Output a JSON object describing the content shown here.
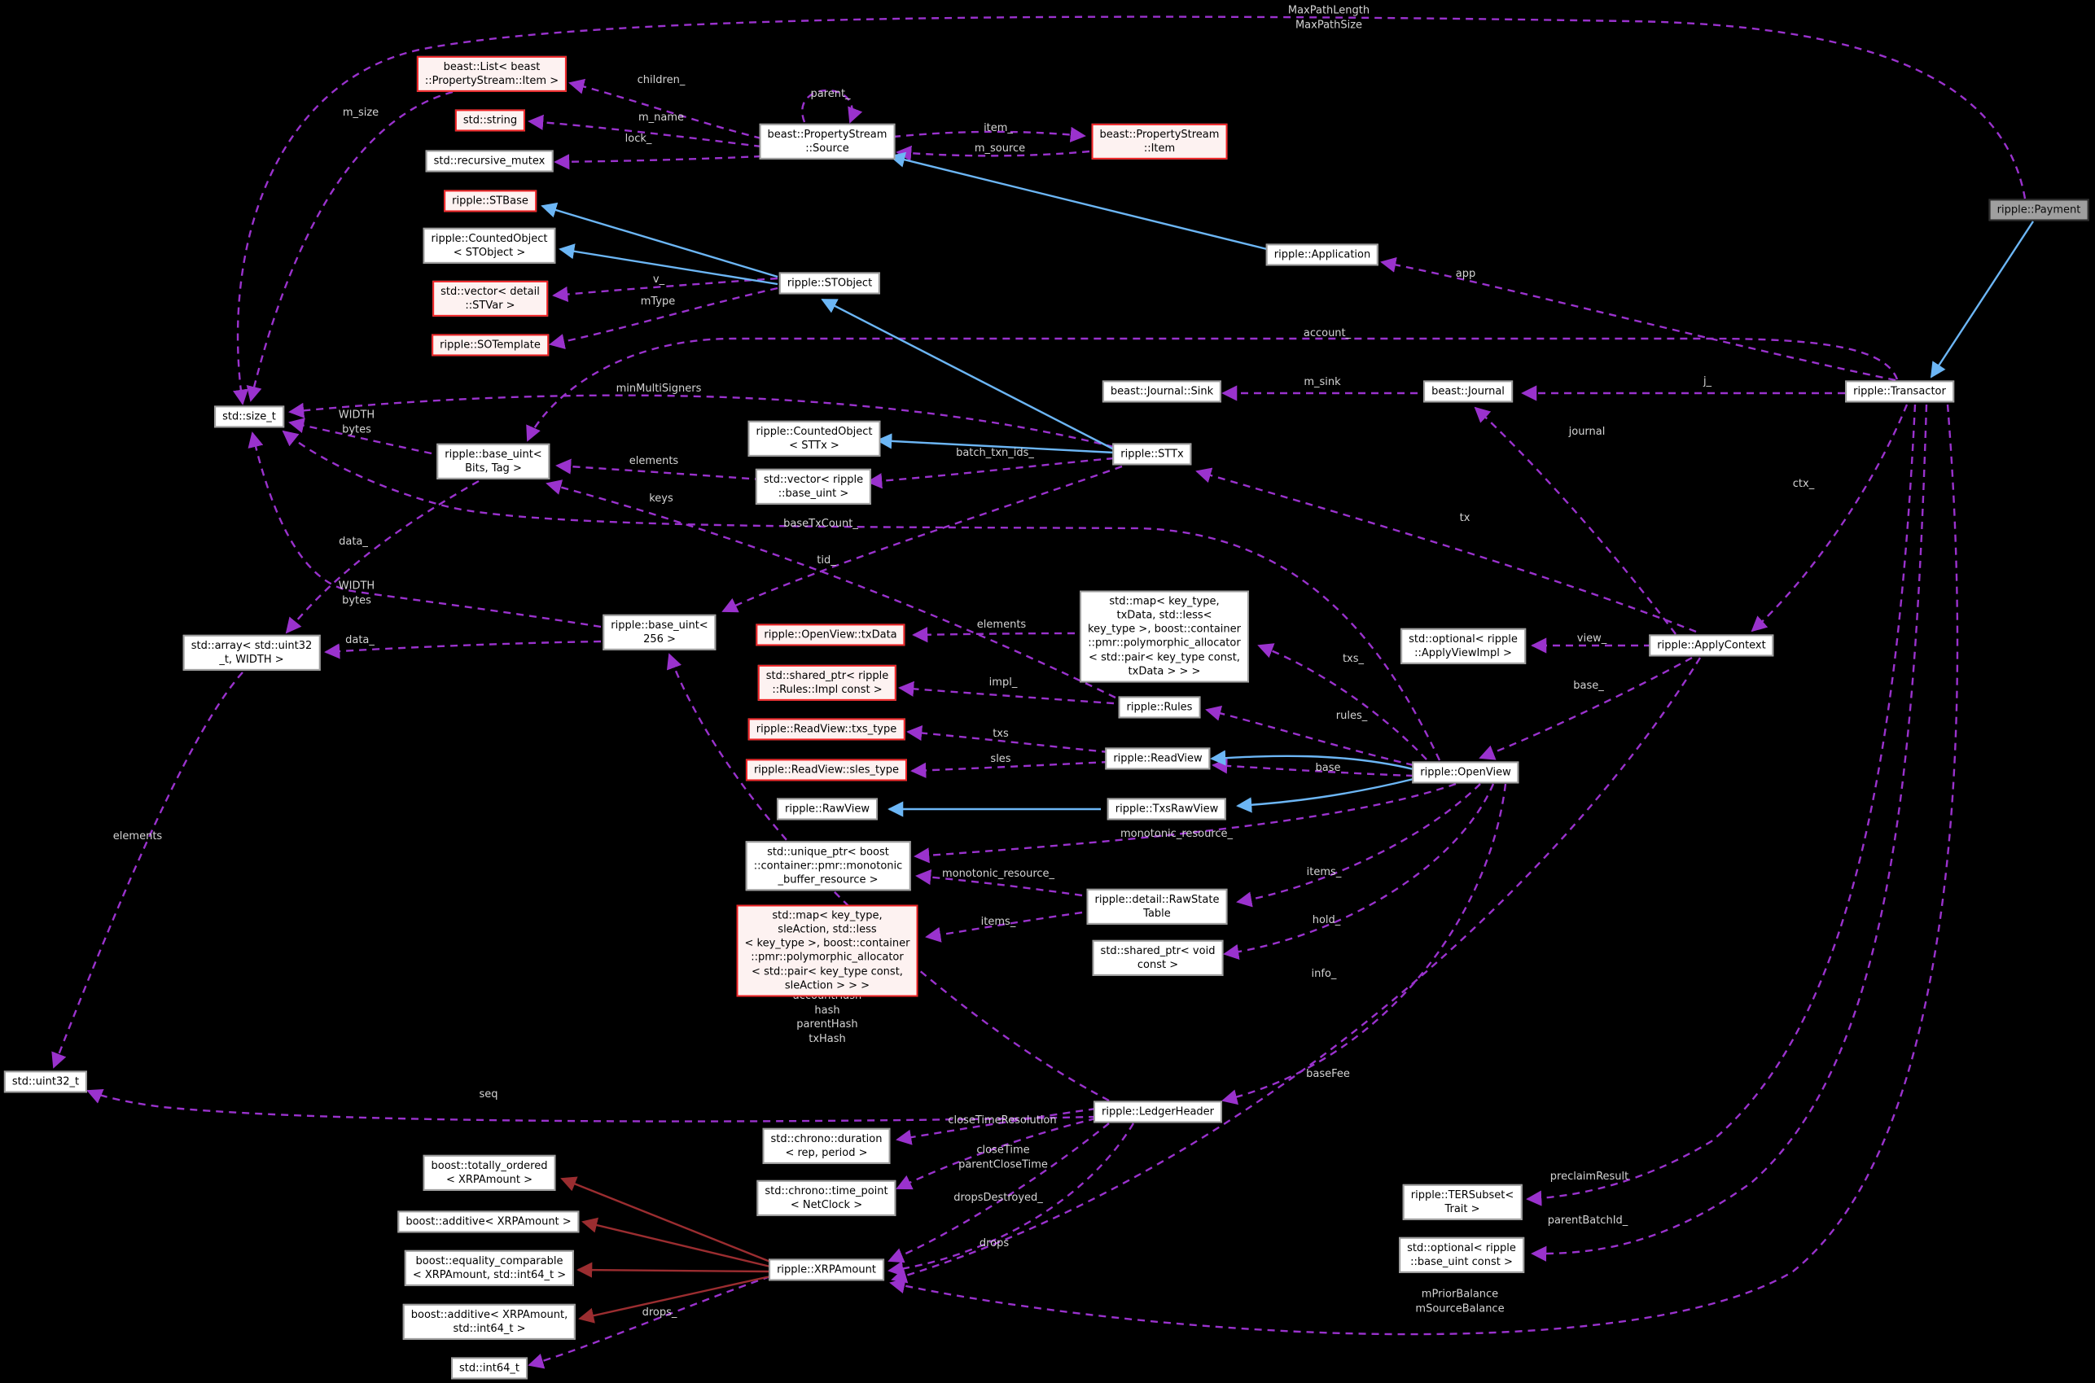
{
  "diagram": {
    "type": "doxygen-collaboration-graph",
    "focal_class": "ripple::Payment",
    "colors": {
      "background": "#000000",
      "usage_edge": "#9a32cd",
      "inheritance_edge": "#6cb6f5",
      "private_inheritance_edge": "#9b2d30",
      "node_background": "#ffffff",
      "node_border": "#9d9d9d",
      "template_node_background": "#fdf2f1",
      "template_node_border": "#ee2224",
      "focal_node_background": "#9f9f9f",
      "edge_label_color": "#d4d4d4"
    },
    "nodes": [
      {
        "id": "beast-list",
        "label": "beast::List< beast\n::PropertyStream::Item >"
      },
      {
        "id": "std-string",
        "label": "std::string"
      },
      {
        "id": "std-recursive-mutex",
        "label": "std::recursive_mutex"
      },
      {
        "id": "beast-property-stream-source",
        "label": "beast::PropertyStream\n::Source"
      },
      {
        "id": "beast-property-stream-item",
        "label": "beast::PropertyStream\n::Item"
      },
      {
        "id": "ripple-application",
        "label": "ripple::Application"
      },
      {
        "id": "ripple-payment",
        "label": "ripple::Payment"
      },
      {
        "id": "ripple-stbase",
        "label": "ripple::STBase"
      },
      {
        "id": "ripple-counted-object-stobject",
        "label": "ripple::CountedObject\n< STObject >"
      },
      {
        "id": "std-vector-detail-stvar",
        "label": "std::vector< detail\n::STVar >"
      },
      {
        "id": "ripple-sotemplate",
        "label": "ripple::SOTemplate"
      },
      {
        "id": "ripple-stobject",
        "label": "ripple::STObject"
      },
      {
        "id": "std-size-t",
        "label": "std::size_t"
      },
      {
        "id": "ripple-base-uint-bits-tag",
        "label": "ripple::base_uint<\nBits, Tag >"
      },
      {
        "id": "ripple-counted-object-sttx",
        "label": "ripple::CountedObject\n< STTx >"
      },
      {
        "id": "std-vector-ripple-base-uint",
        "label": "std::vector< ripple\n::base_uint >"
      },
      {
        "id": "ripple-sttx",
        "label": "ripple::STTx"
      },
      {
        "id": "beast-journal-sink",
        "label": "beast::Journal::Sink"
      },
      {
        "id": "beast-journal",
        "label": "beast::Journal"
      },
      {
        "id": "ripple-transactor",
        "label": "ripple::Transactor"
      },
      {
        "id": "std-array-uint32-width",
        "label": "std::array< std::uint32\n_t, WIDTH >"
      },
      {
        "id": "ripple-base-uint-256",
        "label": "ripple::base_uint<\n256 >"
      },
      {
        "id": "ripple-openview-txdata",
        "label": "ripple::OpenView::txData"
      },
      {
        "id": "std-map-txdata",
        "label": "std::map< key_type,\ntxData, std::less<\nkey_type >, boost::container\n::pmr::polymorphic_allocator\n< std::pair< key_type const,\ntxData > > >"
      },
      {
        "id": "std-shared-ptr-rules-impl",
        "label": "std::shared_ptr< ripple\n::Rules::Impl const >"
      },
      {
        "id": "ripple-rules",
        "label": "ripple::Rules"
      },
      {
        "id": "ripple-readview-txs-type",
        "label": "ripple::ReadView::txs_type"
      },
      {
        "id": "ripple-readview-sles-type",
        "label": "ripple::ReadView::sles_type"
      },
      {
        "id": "ripple-readview",
        "label": "ripple::ReadView"
      },
      {
        "id": "ripple-openview",
        "label": "ripple::OpenView"
      },
      {
        "id": "std-optional-applyviewimpl",
        "label": "std::optional< ripple\n::ApplyViewImpl >"
      },
      {
        "id": "ripple-applycontext",
        "label": "ripple::ApplyContext"
      },
      {
        "id": "ripple-rawview",
        "label": "ripple::RawView"
      },
      {
        "id": "ripple-txsrawview",
        "label": "ripple::TxsRawView"
      },
      {
        "id": "std-unique-ptr-monotonic",
        "label": "std::unique_ptr< boost\n::container::pmr::monotonic\n_buffer_resource >"
      },
      {
        "id": "std-map-sleaction",
        "label": "std::map< key_type,\nsleAction, std::less\n< key_type >, boost::container\n::pmr::polymorphic_allocator\n< std::pair< key_type const,\nsleAction > > >"
      },
      {
        "id": "ripple-detail-rawstatetable",
        "label": "ripple::detail::RawState\nTable"
      },
      {
        "id": "std-shared-ptr-void-const",
        "label": "std::shared_ptr< void\nconst >"
      },
      {
        "id": "ripple-ledgerheader",
        "label": "ripple::LedgerHeader"
      },
      {
        "id": "std-chrono-duration",
        "label": "std::chrono::duration\n< rep, period >"
      },
      {
        "id": "std-chrono-timepoint",
        "label": "std::chrono::time_point\n< NetClock >"
      },
      {
        "id": "boost-totally-ordered",
        "label": "boost::totally_ordered\n< XRPAmount >"
      },
      {
        "id": "boost-additive-xrpamount",
        "label": "boost::additive< XRPAmount >"
      },
      {
        "id": "boost-equality-comparable",
        "label": "boost::equality_comparable\n< XRPAmount, std::int64_t >"
      },
      {
        "id": "boost-additive-xrpamount-int64",
        "label": "boost::additive< XRPAmount,\nstd::int64_t >"
      },
      {
        "id": "ripple-xrpamount",
        "label": "ripple::XRPAmount"
      },
      {
        "id": "std-int64-t",
        "label": "std::int64_t"
      },
      {
        "id": "ripple-tersubset",
        "label": "ripple::TERSubset<\nTrait >"
      },
      {
        "id": "std-optional-base-uint-const",
        "label": "std::optional< ripple\n::base_uint const >"
      },
      {
        "id": "std-uint32-t",
        "label": "std::uint32_t"
      }
    ],
    "edge_labels": [
      {
        "text": "children_"
      },
      {
        "text": "parent_"
      },
      {
        "text": "m_name"
      },
      {
        "text": "item_"
      },
      {
        "text": "m_source"
      },
      {
        "text": "lock_"
      },
      {
        "text": "m_size"
      },
      {
        "text": "MaxPathLength\nMaxPathSize"
      },
      {
        "text": "app"
      },
      {
        "text": "v_"
      },
      {
        "text": "mType"
      },
      {
        "text": "account_"
      },
      {
        "text": "minMultiSigners"
      },
      {
        "text": "WIDTH\nbytes"
      },
      {
        "text": "m_sink"
      },
      {
        "text": "j_"
      },
      {
        "text": "journal"
      },
      {
        "text": "batch_txn_ids_"
      },
      {
        "text": "ctx_"
      },
      {
        "text": "tx"
      },
      {
        "text": "keys"
      },
      {
        "text": "elements"
      },
      {
        "text": "baseTxCount_"
      },
      {
        "text": "data_"
      },
      {
        "text": "tid_"
      },
      {
        "text": "WIDTH\nbytes"
      },
      {
        "text": "data_"
      },
      {
        "text": "elements"
      },
      {
        "text": "impl_"
      },
      {
        "text": "txs_"
      },
      {
        "text": "rules_"
      },
      {
        "text": "txs"
      },
      {
        "text": "sles"
      },
      {
        "text": "base"
      },
      {
        "text": "view_"
      },
      {
        "text": "base_"
      },
      {
        "text": "monotonic_resource_"
      },
      {
        "text": "monotonic_resource_"
      },
      {
        "text": "items_"
      },
      {
        "text": "items_"
      },
      {
        "text": "hold_"
      },
      {
        "text": "info_"
      },
      {
        "text": "accountHash\nhash\nparentHash\ntxHash"
      },
      {
        "text": "baseFee"
      },
      {
        "text": "seq"
      },
      {
        "text": "elements"
      },
      {
        "text": "closeTimeResolution"
      },
      {
        "text": "closeTime\nparentCloseTime"
      },
      {
        "text": "dropsDestroyed_"
      },
      {
        "text": "drops"
      },
      {
        "text": "drops_"
      },
      {
        "text": "preclaimResult"
      },
      {
        "text": "parentBatchId_"
      },
      {
        "text": "mPriorBalance\nmSourceBalance"
      }
    ],
    "edges": [
      {
        "from": "beast-property-stream-source",
        "to": "beast-list",
        "label": "children_",
        "type": "usage"
      },
      {
        "from": "beast-property-stream-source",
        "to": "beast-property-stream-source",
        "label": "parent_",
        "type": "usage"
      },
      {
        "from": "beast-property-stream-source",
        "to": "std-string",
        "label": "m_name",
        "type": "usage"
      },
      {
        "from": "beast-property-stream-source",
        "to": "std-recursive-mutex",
        "label": "lock_",
        "type": "usage"
      },
      {
        "from": "beast-property-stream-source",
        "to": "beast-property-stream-item",
        "label": "item_",
        "type": "usage"
      },
      {
        "from": "beast-property-stream-item",
        "to": "beast-property-stream-source",
        "label": "m_source",
        "type": "usage"
      },
      {
        "from": "beast-list",
        "to": "std-size-t",
        "label": "m_size",
        "type": "usage"
      },
      {
        "from": "ripple-payment",
        "to": "std-size-t",
        "label": "MaxPathLength\nMaxPathSize",
        "type": "usage"
      },
      {
        "from": "ripple-transactor",
        "to": "ripple-application",
        "label": "app",
        "type": "usage"
      },
      {
        "from": "ripple-transactor",
        "to": "beast-journal",
        "label": "j_",
        "type": "usage"
      },
      {
        "from": "beast-journal",
        "to": "beast-journal-sink",
        "label": "m_sink",
        "type": "usage"
      },
      {
        "from": "ripple-applycontext",
        "to": "beast-journal",
        "label": "journal",
        "type": "usage"
      },
      {
        "from": "ripple-transactor",
        "to": "ripple-applycontext",
        "label": "ctx_",
        "type": "usage"
      },
      {
        "from": "ripple-applycontext",
        "to": "ripple-sttx",
        "label": "tx",
        "type": "usage"
      },
      {
        "from": "ripple-transactor",
        "to": "ripple-base-uint-bits-tag",
        "label": "account_",
        "type": "usage"
      },
      {
        "from": "ripple-sttx",
        "to": "std-size-t",
        "label": "minMultiSigners",
        "type": "usage"
      },
      {
        "from": "ripple-base-uint-bits-tag",
        "to": "std-size-t",
        "label": "WIDTH\nbytes",
        "type": "usage"
      },
      {
        "from": "ripple-base-uint-256",
        "to": "std-size-t",
        "label": "WIDTH\nbytes",
        "type": "usage"
      },
      {
        "from": "std-vector-ripple-base-uint",
        "to": "ripple-base-uint-bits-tag",
        "label": "elements",
        "type": "usage"
      },
      {
        "from": "ripple-rules",
        "to": "ripple-base-uint-bits-tag",
        "label": "keys",
        "type": "usage"
      },
      {
        "from": "ripple-openview",
        "to": "std-size-t",
        "label": "baseTxCount_",
        "type": "usage"
      },
      {
        "from": "ripple-stobject",
        "to": "std-vector-detail-stvar",
        "label": "v_",
        "type": "usage"
      },
      {
        "from": "ripple-stobject",
        "to": "ripple-sotemplate",
        "label": "mType",
        "type": "usage"
      },
      {
        "from": "ripple-sttx",
        "to": "std-vector-ripple-base-uint",
        "label": "batch_txn_ids_",
        "type": "usage"
      },
      {
        "from": "ripple-sttx",
        "to": "ripple-base-uint-256",
        "label": "tid_",
        "type": "usage"
      },
      {
        "from": "ripple-base-uint-bits-tag",
        "to": "std-array-uint32-width",
        "label": "data_",
        "type": "usage"
      },
      {
        "from": "ripple-base-uint-256",
        "to": "std-array-uint32-width",
        "label": "data_",
        "type": "usage"
      },
      {
        "from": "std-array-uint32-width",
        "to": "std-uint32-t",
        "label": "elements",
        "type": "usage"
      },
      {
        "from": "ripple-ledgerheader",
        "to": "std-uint32-t",
        "label": "seq",
        "type": "usage"
      },
      {
        "from": "ripple-ledgerheader",
        "to": "ripple-base-uint-256",
        "label": "accountHash\nhash\nparentHash\ntxHash",
        "type": "usage"
      },
      {
        "from": "ripple-ledgerheader",
        "to": "std-chrono-duration",
        "label": "closeTimeResolution",
        "type": "usage"
      },
      {
        "from": "ripple-ledgerheader",
        "to": "std-chrono-timepoint",
        "label": "closeTime\nparentCloseTime",
        "type": "usage"
      },
      {
        "from": "ripple-ledgerheader",
        "to": "ripple-xrpamount",
        "label": "dropsDestroyed_",
        "type": "usage"
      },
      {
        "from": "ripple-ledgerheader",
        "to": "ripple-xrpamount",
        "label": "drops",
        "type": "usage"
      },
      {
        "from": "ripple-xrpamount",
        "to": "std-int64-t",
        "label": "drops_",
        "type": "usage"
      },
      {
        "from": "ripple-applycontext",
        "to": "ripple-xrpamount",
        "label": "baseFee",
        "type": "usage"
      },
      {
        "from": "ripple-transactor",
        "to": "ripple-tersubset",
        "label": "preclaimResult",
        "type": "usage"
      },
      {
        "from": "ripple-transactor",
        "to": "std-optional-base-uint-const",
        "label": "parentBatchId_",
        "type": "usage"
      },
      {
        "from": "ripple-transactor",
        "to": "ripple-xrpamount",
        "label": "mPriorBalance\nmSourceBalance",
        "type": "usage"
      },
      {
        "from": "std-map-txdata",
        "to": "ripple-openview-txdata",
        "label": "elements",
        "type": "usage"
      },
      {
        "from": "ripple-rules",
        "to": "std-shared-ptr-rules-impl",
        "label": "impl_",
        "type": "usage"
      },
      {
        "from": "ripple-openview",
        "to": "ripple-rules",
        "label": "rules_",
        "type": "usage"
      },
      {
        "from": "ripple-openview",
        "to": "std-map-txdata",
        "label": "txs_",
        "type": "usage"
      },
      {
        "from": "ripple-readview",
        "to": "ripple-readview-txs-type",
        "label": "txs",
        "type": "usage"
      },
      {
        "from": "ripple-readview",
        "to": "ripple-readview-sles-type",
        "label": "sles",
        "type": "usage"
      },
      {
        "from": "ripple-openview",
        "to": "ripple-readview",
        "label": "base",
        "type": "usage"
      },
      {
        "from": "ripple-applycontext",
        "to": "ripple-openview",
        "label": "base_",
        "type": "usage"
      },
      {
        "from": "ripple-applycontext",
        "to": "std-optional-applyviewimpl",
        "label": "view_",
        "type": "usage"
      },
      {
        "from": "ripple-openview",
        "to": "std-unique-ptr-monotonic",
        "label": "monotonic_resource_",
        "type": "usage"
      },
      {
        "from": "ripple-detail-rawstatetable",
        "to": "std-unique-ptr-monotonic",
        "label": "monotonic_resource_",
        "type": "usage"
      },
      {
        "from": "ripple-detail-rawstatetable",
        "to": "std-map-sleaction",
        "label": "items_",
        "type": "usage"
      },
      {
        "from": "ripple-openview",
        "to": "ripple-detail-rawstatetable",
        "label": "items_",
        "type": "usage"
      },
      {
        "from": "ripple-openview",
        "to": "std-shared-ptr-void-const",
        "label": "hold_",
        "type": "usage"
      },
      {
        "from": "ripple-openview",
        "to": "ripple-ledgerheader",
        "label": "info_",
        "type": "usage"
      },
      {
        "from": "ripple-stobject",
        "to": "ripple-stbase",
        "label": "",
        "type": "inheritance"
      },
      {
        "from": "ripple-stobject",
        "to": "ripple-counted-object-stobject",
        "label": "",
        "type": "inheritance"
      },
      {
        "from": "ripple-sttx",
        "to": "ripple-stobject",
        "label": "",
        "type": "inheritance"
      },
      {
        "from": "ripple-sttx",
        "to": "ripple-counted-object-sttx",
        "label": "",
        "type": "inheritance"
      },
      {
        "from": "ripple-application",
        "to": "beast-property-stream-source",
        "label": "",
        "type": "inheritance"
      },
      {
        "from": "ripple-payment",
        "to": "ripple-transactor",
        "label": "",
        "type": "inheritance"
      },
      {
        "from": "ripple-openview",
        "to": "ripple-readview",
        "label": "",
        "type": "inheritance"
      },
      {
        "from": "ripple-openview",
        "to": "ripple-txsrawview",
        "label": "",
        "type": "inheritance"
      },
      {
        "from": "ripple-txsrawview",
        "to": "ripple-rawview",
        "label": "",
        "type": "inheritance"
      },
      {
        "from": "ripple-xrpamount",
        "to": "boost-totally-ordered",
        "label": "",
        "type": "private-inheritance"
      },
      {
        "from": "ripple-xrpamount",
        "to": "boost-additive-xrpamount",
        "label": "",
        "type": "private-inheritance"
      },
      {
        "from": "ripple-xrpamount",
        "to": "boost-equality-comparable",
        "label": "",
        "type": "private-inheritance"
      },
      {
        "from": "ripple-xrpamount",
        "to": "boost-additive-xrpamount-int64",
        "label": "",
        "type": "private-inheritance"
      }
    ]
  }
}
